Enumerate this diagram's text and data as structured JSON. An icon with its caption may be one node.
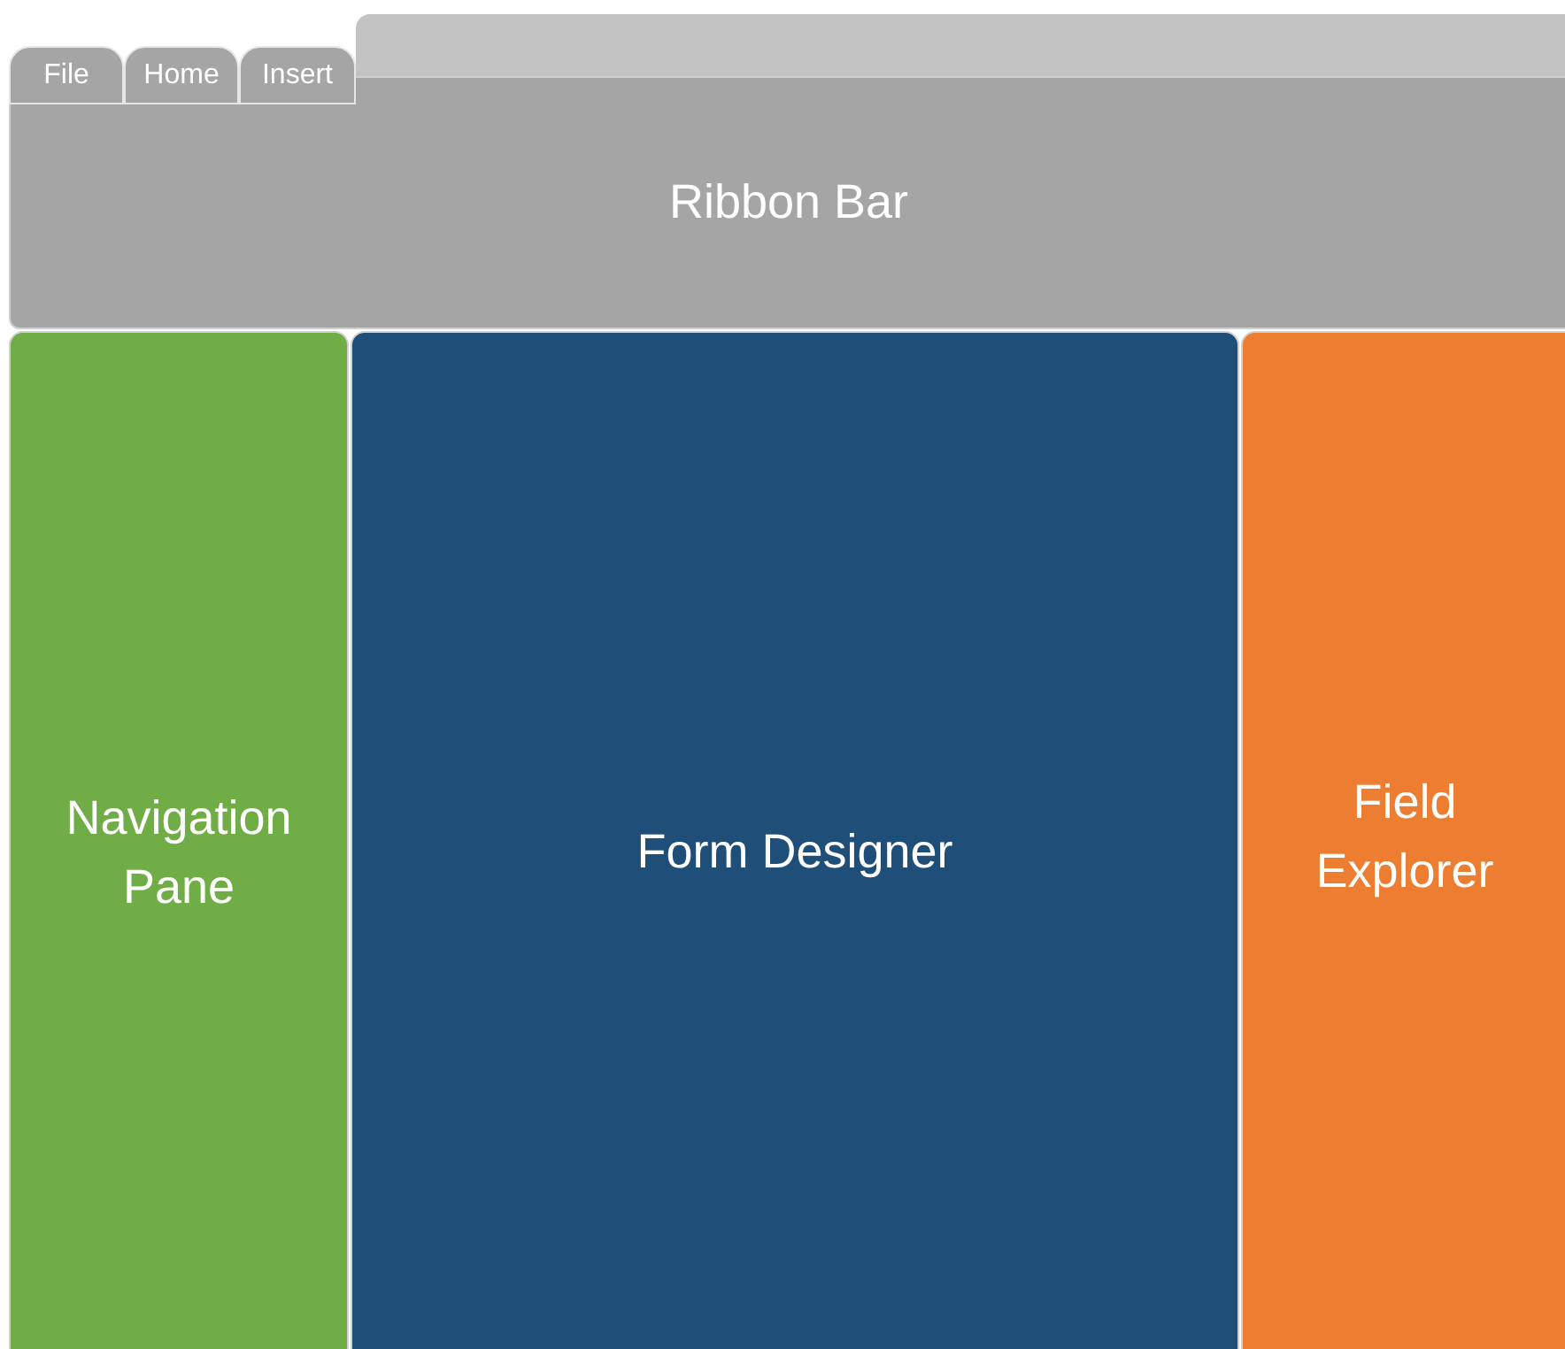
{
  "diagram": {
    "nodes": [
      {
        "text": [],
        "shape": "bar"
      },
      {
        "text": [
          "File"
        ]
      },
      {
        "text": [
          "Home"
        ]
      },
      {
        "text": [
          "Insert"
        ]
      },
      {
        "text": [
          "Ribbon Bar"
        ]
      },
      {
        "text": [
          "Navigation Pane"
        ]
      },
      {
        "text": [
          "Form Designer"
        ]
      },
      {
        "text": [
          "Field Explorer"
        ]
      }
    ],
    "edges": []
  }
}
